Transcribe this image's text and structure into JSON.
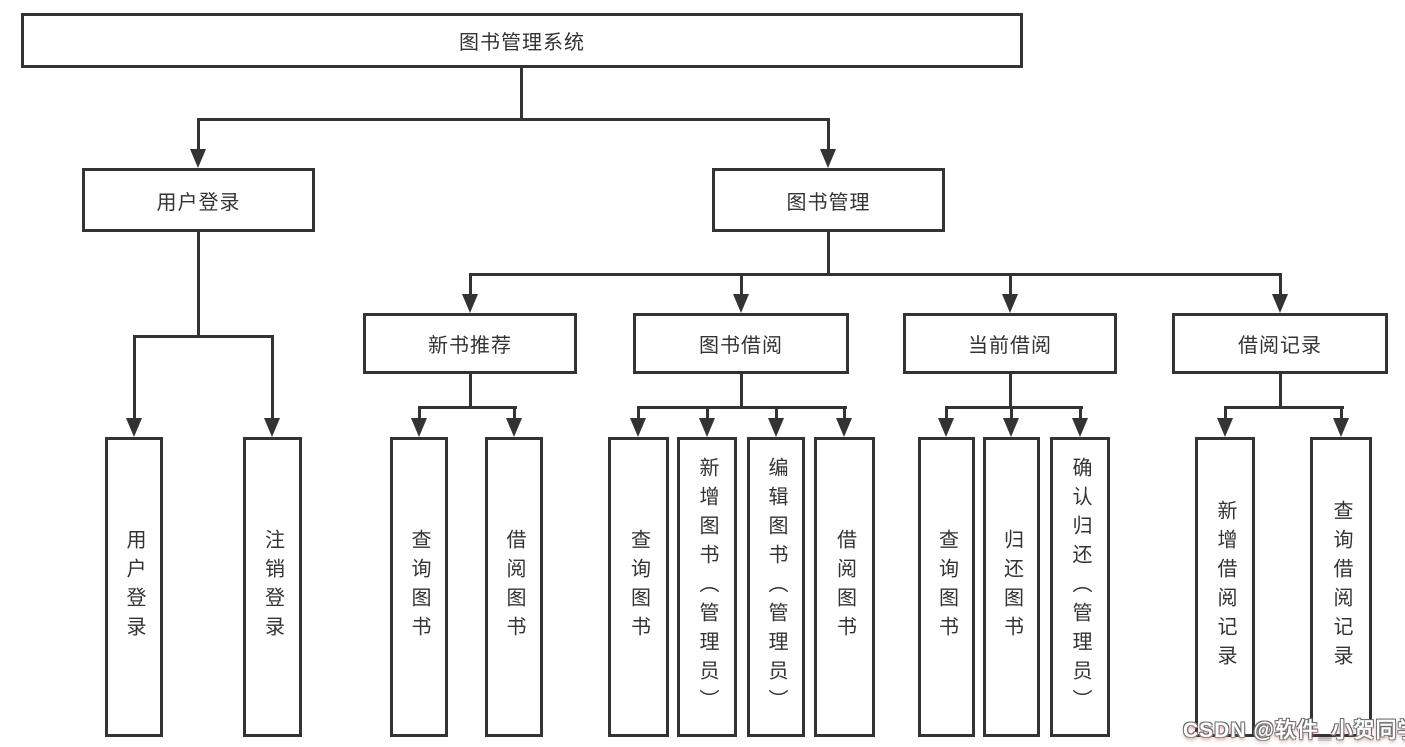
{
  "diagram": {
    "line_color": "#333333",
    "background": "#ffffff",
    "root": {
      "label": "图书管理系统"
    },
    "branches": [
      {
        "label": "用户登录",
        "children": [
          {
            "label": "用户登录"
          },
          {
            "label": "注销登录"
          }
        ]
      },
      {
        "label": "图书管理",
        "children": [
          {
            "label": "新书推荐",
            "children": [
              {
                "label": "查询图书"
              },
              {
                "label": "借阅图书"
              }
            ]
          },
          {
            "label": "图书借阅",
            "children": [
              {
                "label": "查询图书"
              },
              {
                "label": "新增图书（管理员）"
              },
              {
                "label": "编辑图书（管理员）"
              },
              {
                "label": "借阅图书"
              }
            ]
          },
          {
            "label": "当前借阅",
            "children": [
              {
                "label": "查询图书"
              },
              {
                "label": "归还图书"
              },
              {
                "label": "确认归还（管理员）"
              }
            ]
          },
          {
            "label": "借阅记录",
            "children": [
              {
                "label": "新增借阅记录"
              },
              {
                "label": "查询借阅记录"
              }
            ]
          }
        ]
      }
    ],
    "watermark": "CSDN @软件_小贺同学"
  }
}
